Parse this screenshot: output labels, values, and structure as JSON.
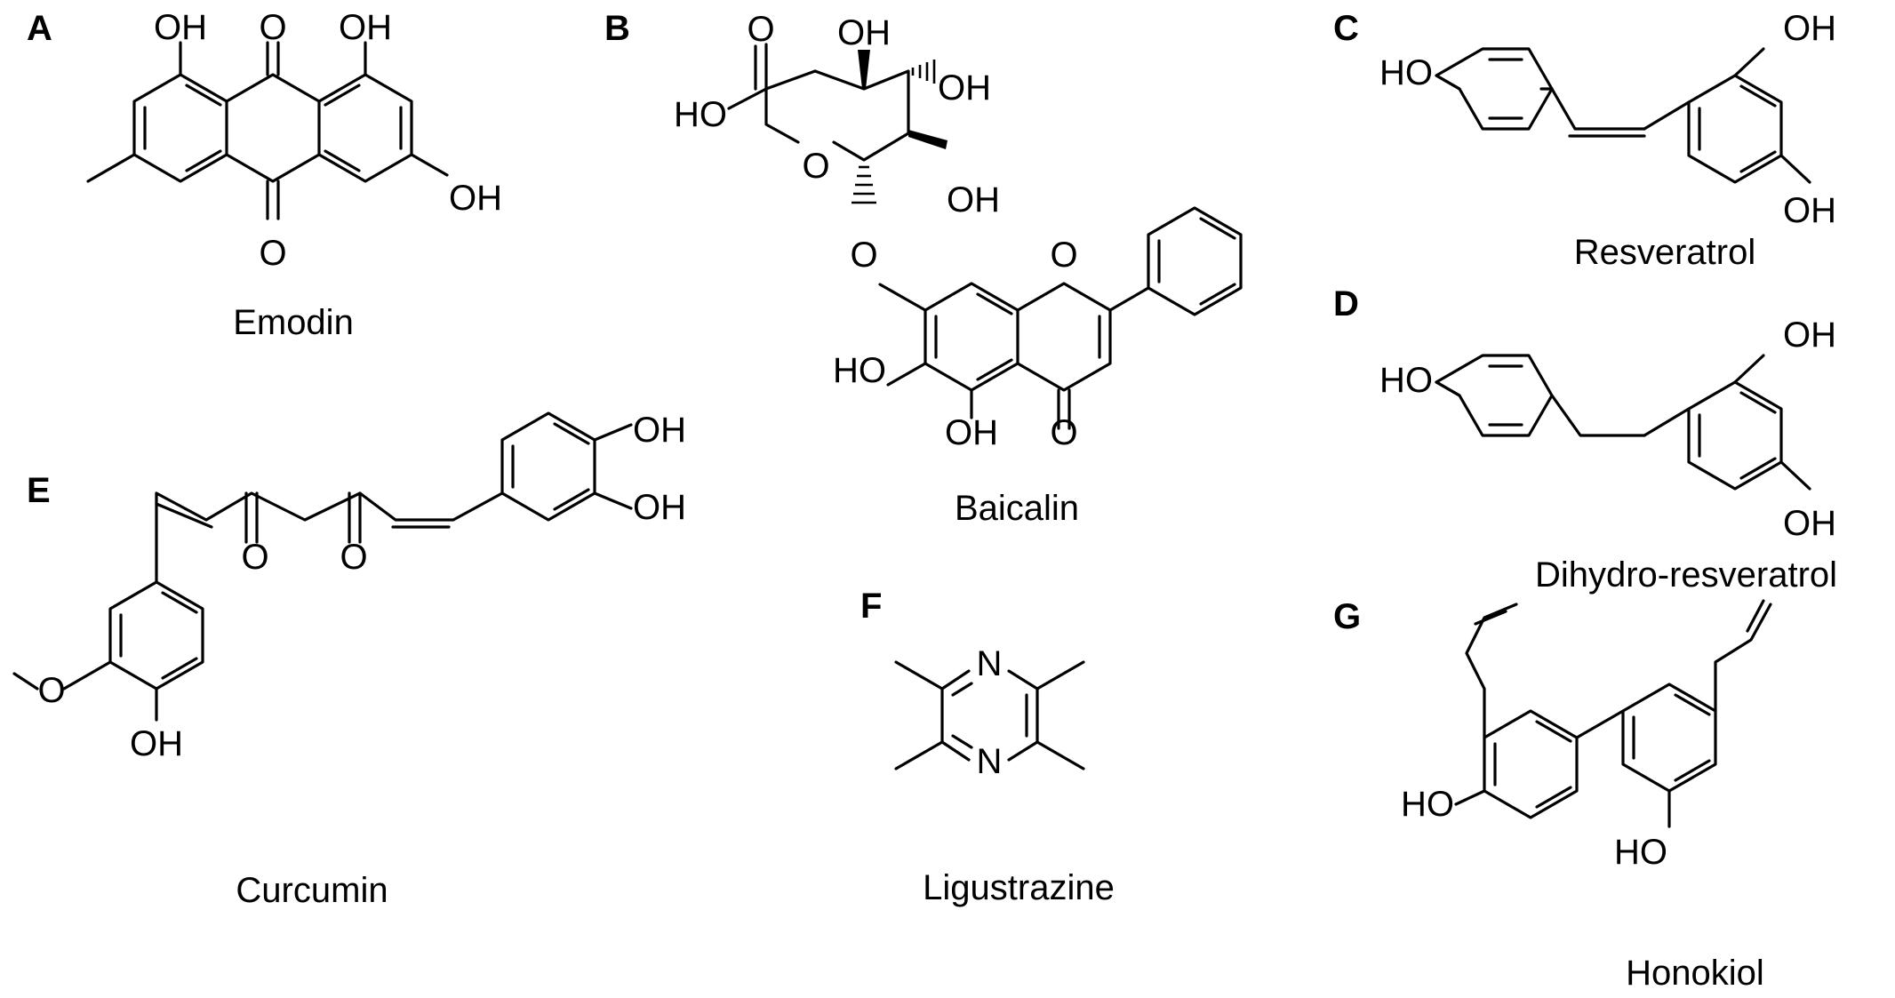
{
  "panels": [
    {
      "label": "A",
      "compound": "Emodin"
    },
    {
      "label": "B",
      "compound": "Baicalin"
    },
    {
      "label": "C",
      "compound": "Resveratrol"
    },
    {
      "label": "D",
      "compound": "Dihydro-resveratrol"
    },
    {
      "label": "E",
      "compound": "Curcumin"
    },
    {
      "label": "F",
      "compound": "Ligustrazine"
    },
    {
      "label": "G",
      "compound": "Honokiol"
    }
  ],
  "atoms": {
    "oh": "OH",
    "ho": "HO",
    "o": "O",
    "n": "N"
  }
}
